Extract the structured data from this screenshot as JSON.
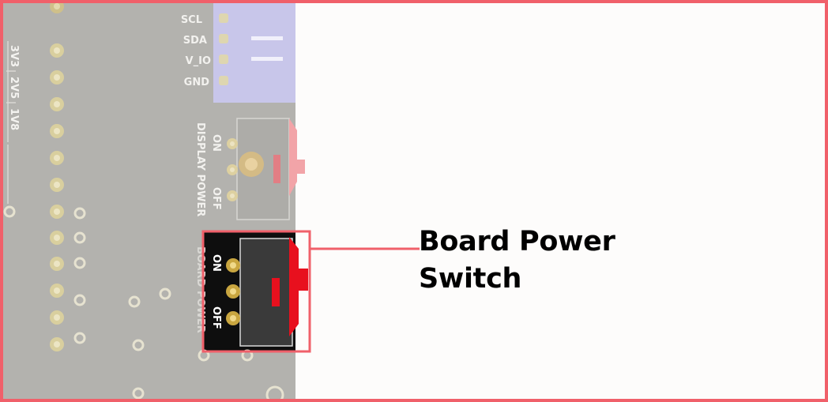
{
  "pin_header_labels": [
    "SCL",
    "SDA",
    "V_IO",
    "GND"
  ],
  "voltage_labels": [
    "3V3",
    "2V5",
    "1V8"
  ],
  "display_switch": {
    "title": "DISPLAY POWER",
    "on_label": "ON",
    "off_label": "OFF"
  },
  "board_switch": {
    "title": "BOARD POWER",
    "on_label": "ON",
    "off_label": "OFF"
  },
  "callout": {
    "line1": "Board Power",
    "line2": "Switch"
  },
  "colors": {
    "frame": "#f0606a",
    "highlight": "#f0606a",
    "board_faded": "#b3b2ae",
    "header_block": "#c8c6ea",
    "switch_actuator": "#e8101e",
    "pad_gold": "#c9a640"
  }
}
